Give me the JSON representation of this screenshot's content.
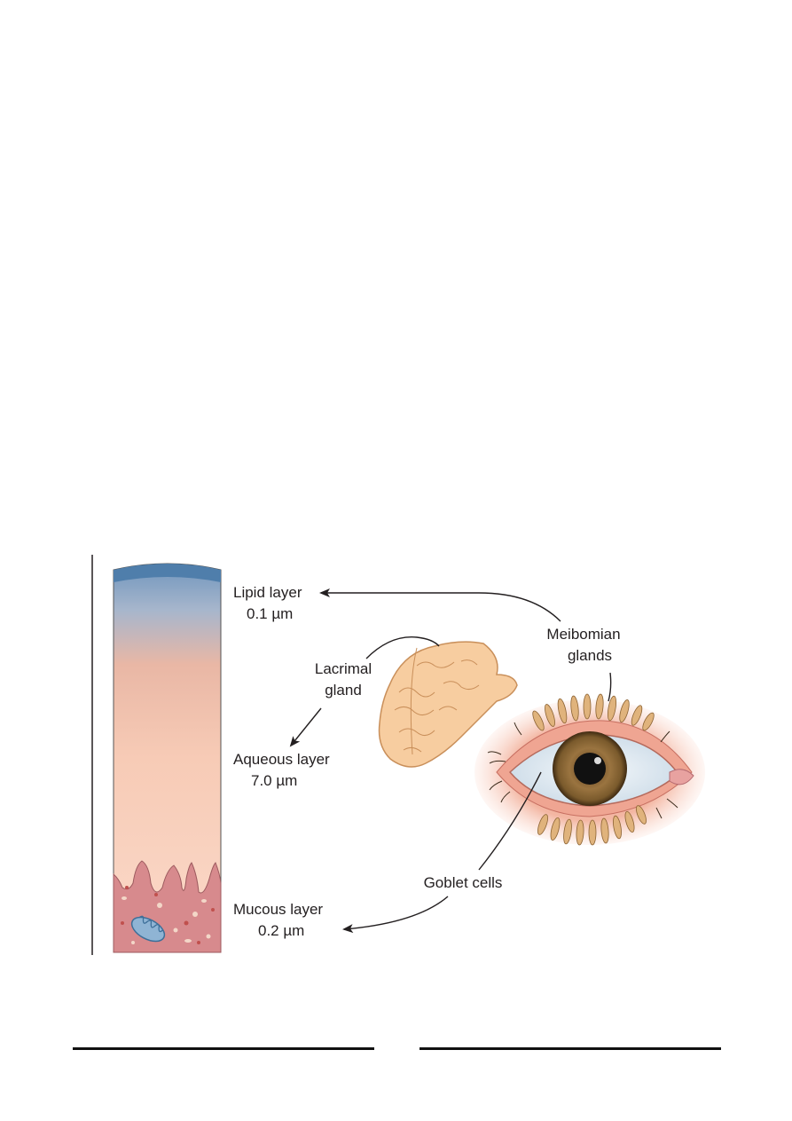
{
  "labels": {
    "lipid_layer": "Lipid layer",
    "lipid_thickness": "0.1 µm",
    "lacrimal_gland_1": "Lacrimal",
    "lacrimal_gland_2": "gland",
    "aqueous_layer": "Aqueous layer",
    "aqueous_thickness": "7.0 µm",
    "meibomian_glands_1": "Meibomian",
    "meibomian_glands_2": "glands",
    "goblet_cells": "Goblet cells",
    "mucous_layer": "Mucous layer",
    "mucous_thickness": "0.2 µm"
  },
  "colors": {
    "lipid": "#5b87b3",
    "aqueous": "#f7d2c0",
    "mucous_tissue": "#d9888c",
    "gland": "#f6ca9a",
    "iris": "#8d6a3c",
    "lid_skin": "#f2b4a2"
  },
  "icons": [
    "mitochondrion-icon",
    "eyelash-icon",
    "lacrimal-gland-icon",
    "eye-icon"
  ]
}
